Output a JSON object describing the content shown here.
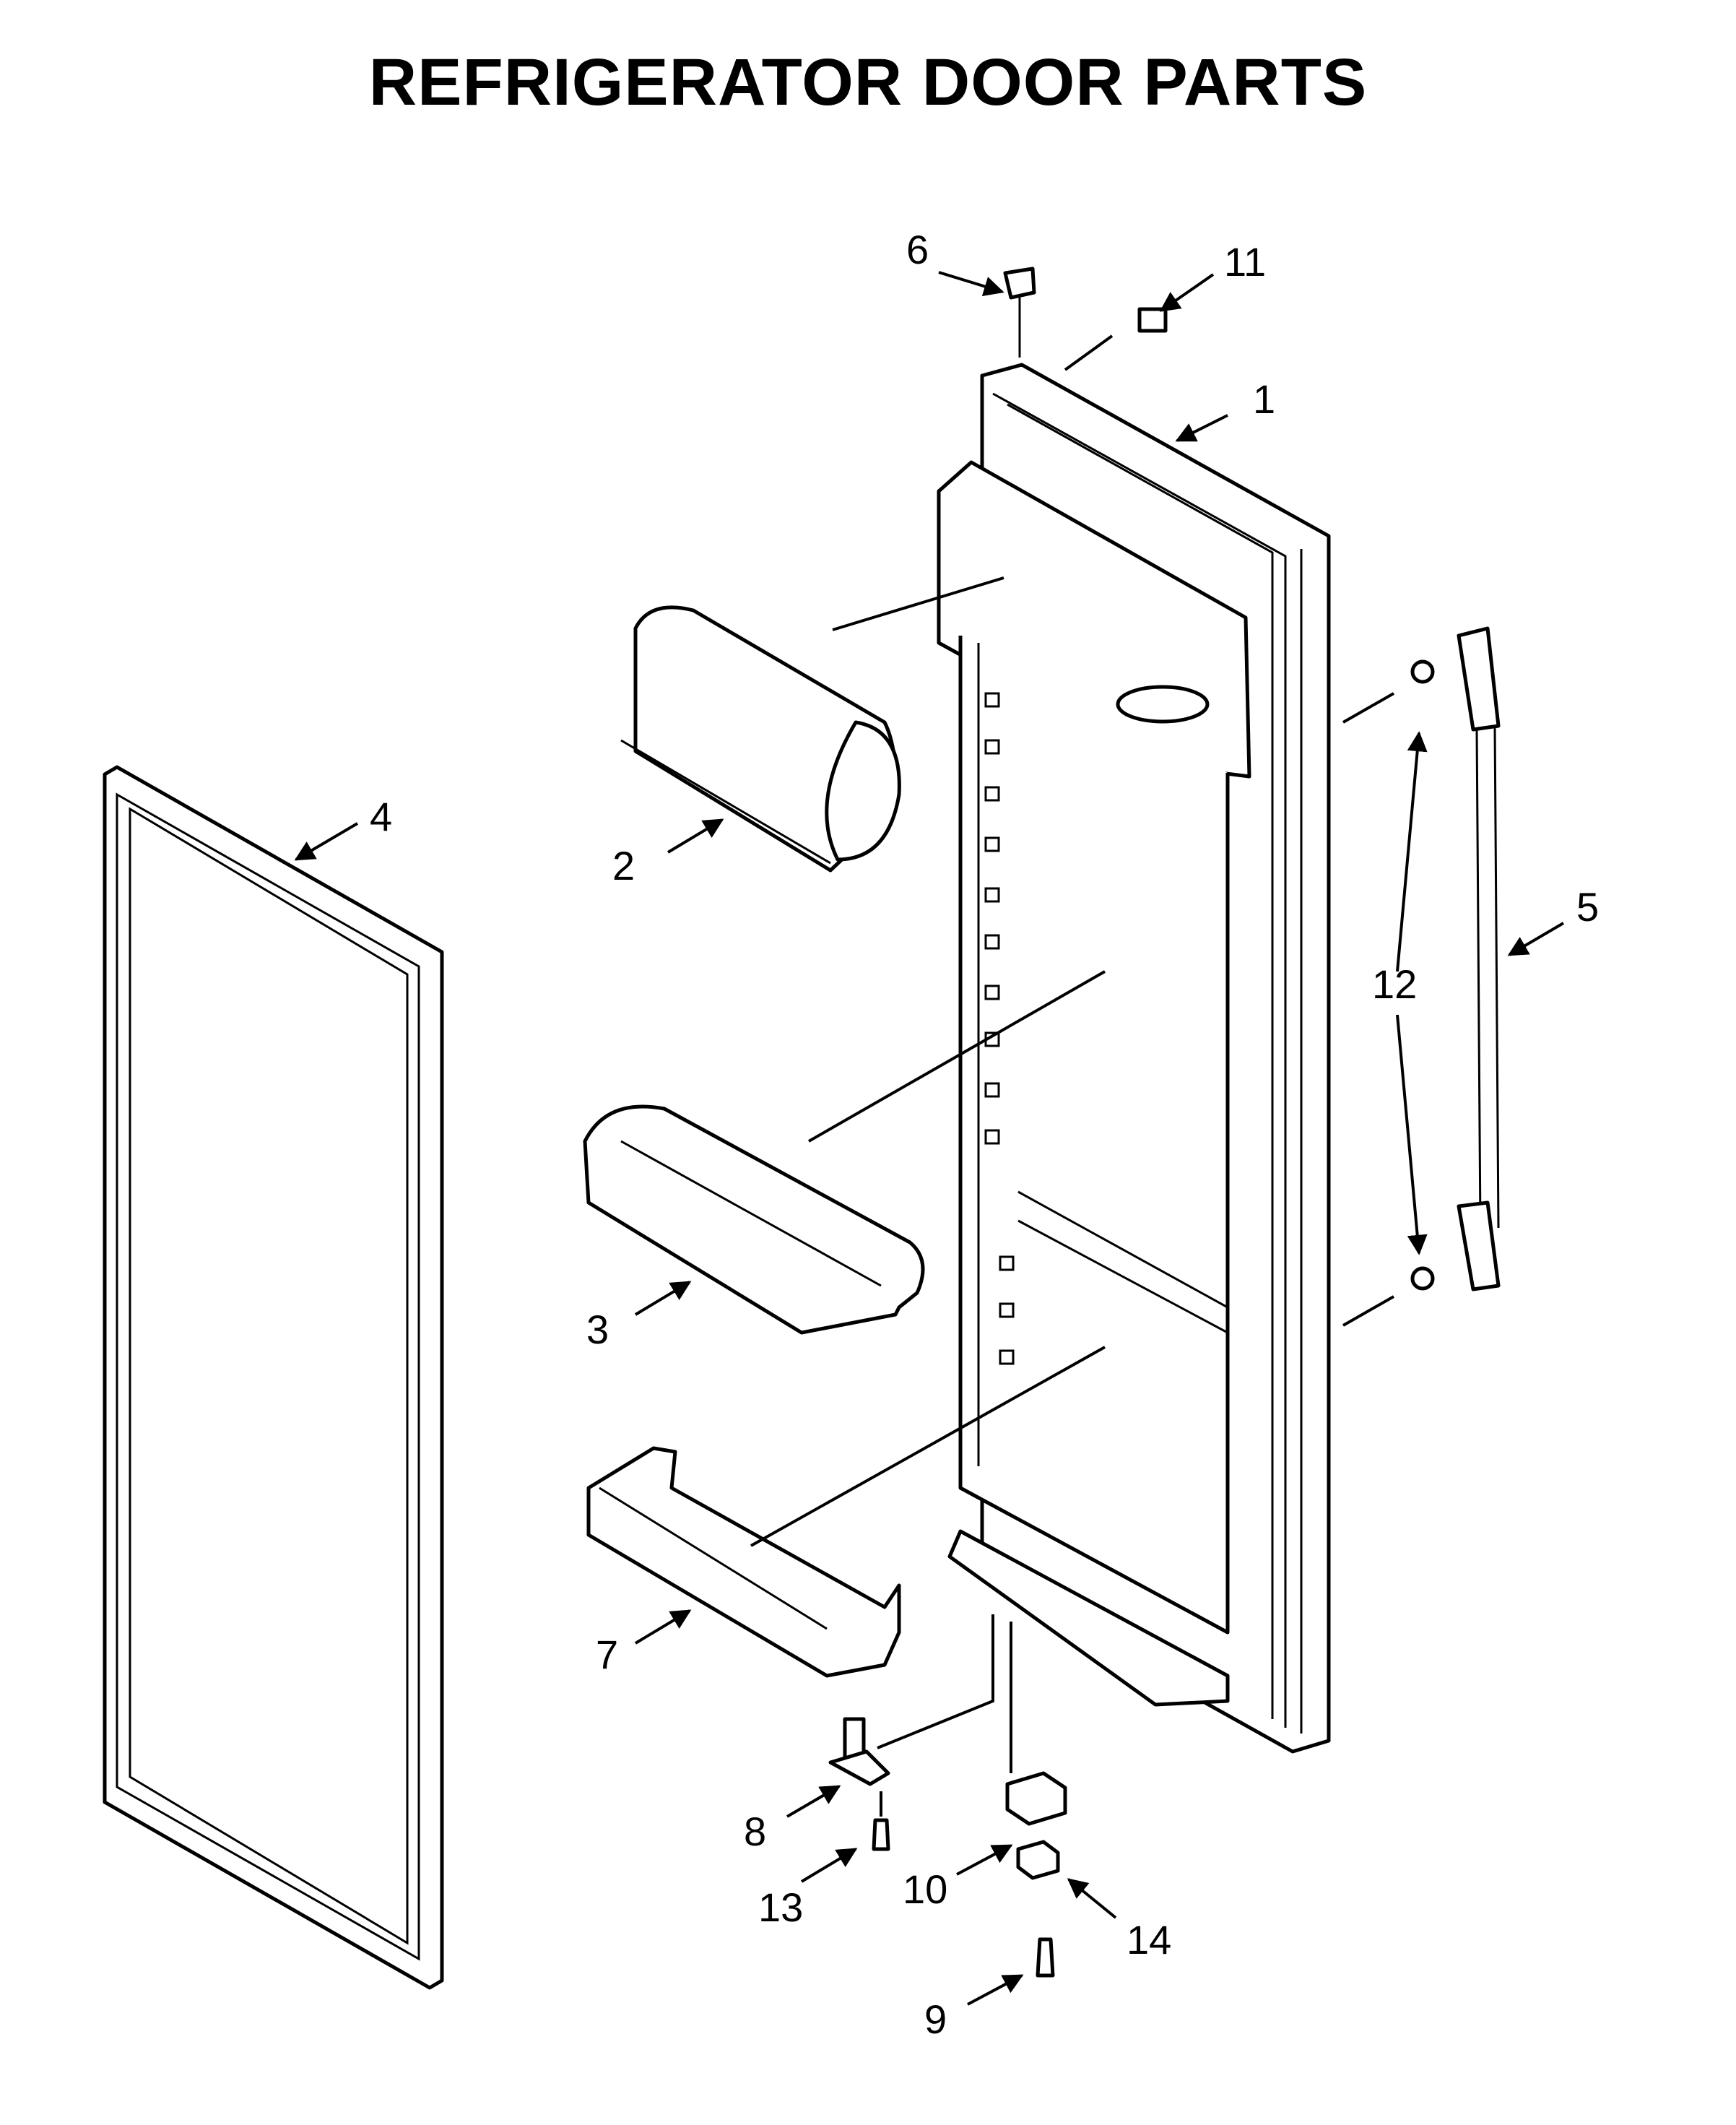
{
  "title": "REFRIGERATOR DOOR PARTS",
  "callouts": [
    "1",
    "2",
    "3",
    "4",
    "5",
    "6",
    "7",
    "8",
    "9",
    "10",
    "11",
    "12",
    "13",
    "14"
  ],
  "colors": {
    "ink": "#000000",
    "background": "#ffffff"
  }
}
